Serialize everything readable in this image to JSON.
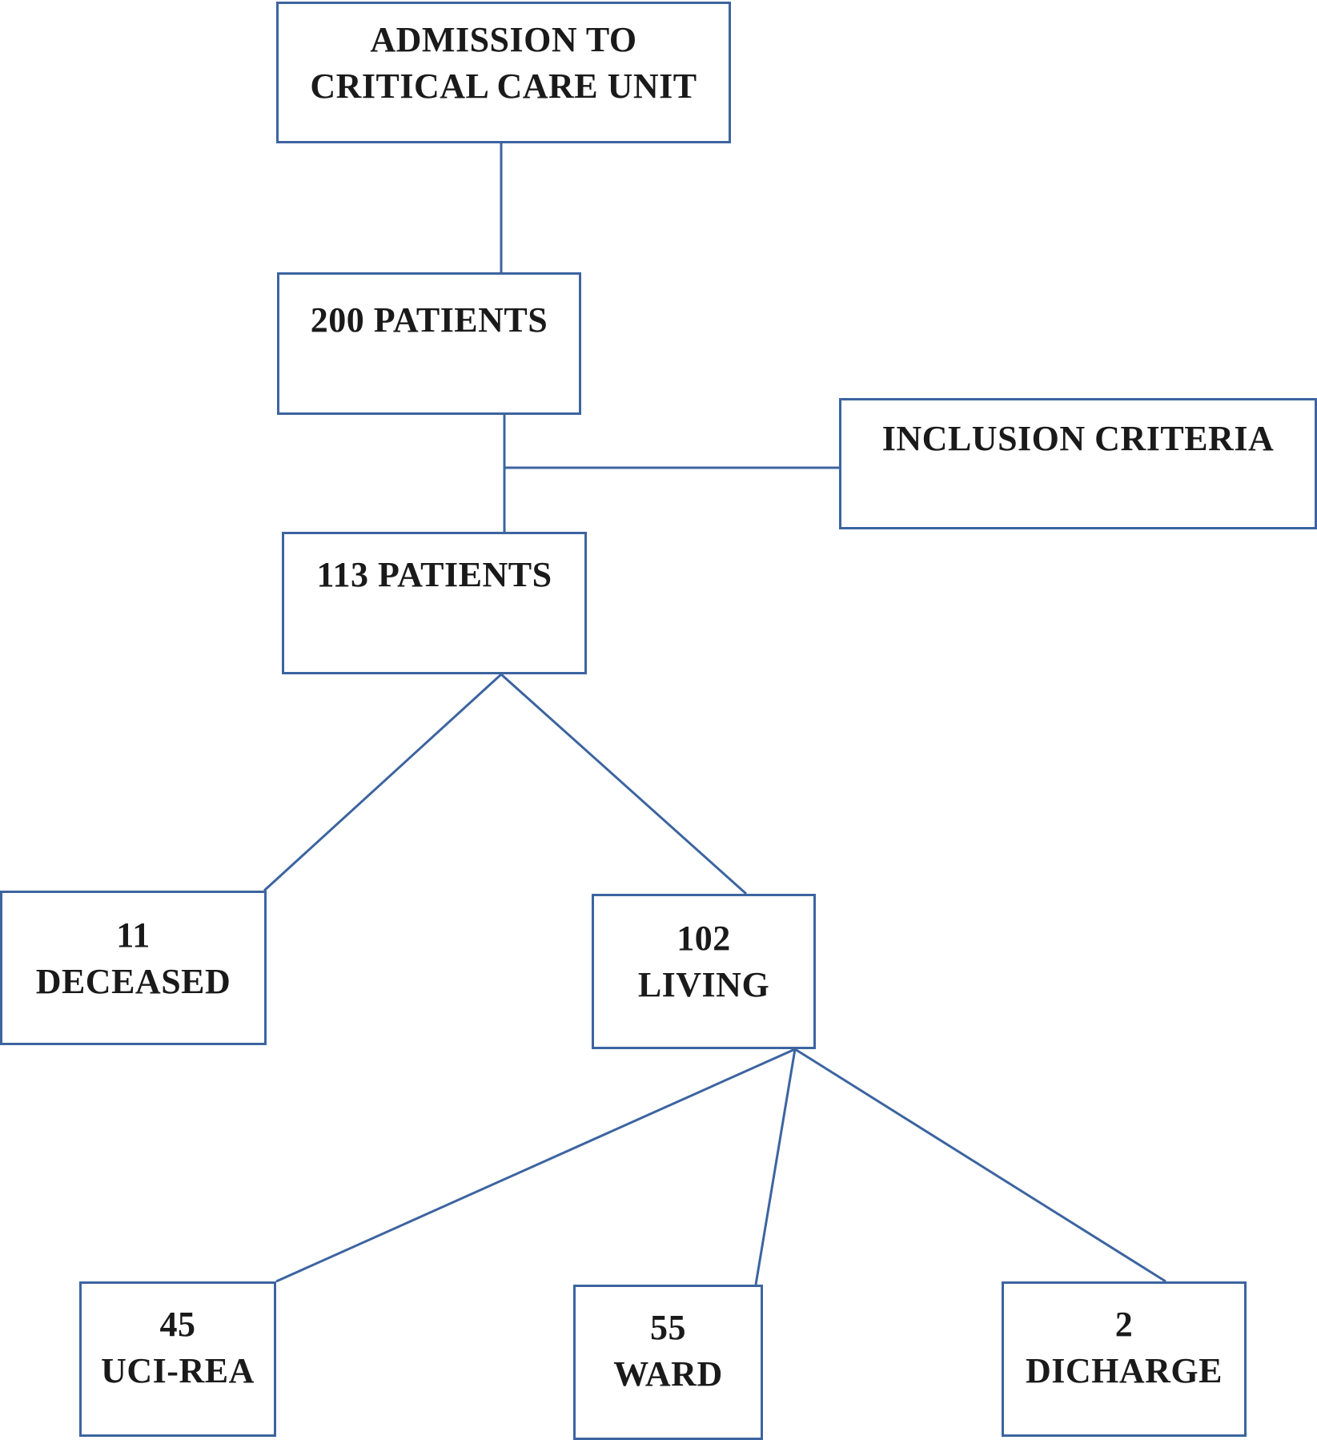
{
  "nodes": {
    "admission": {
      "line1": "ADMISSION TO",
      "line2": "CRITICAL CARE UNIT"
    },
    "screened": {
      "line1": "200 PATIENTS"
    },
    "inclusion": {
      "line1": "INCLUSION CRITERIA"
    },
    "included": {
      "line1": "113 PATIENTS"
    },
    "deceased": {
      "count": "11",
      "label": "DECEASED"
    },
    "living": {
      "count": "102",
      "label": "LIVING"
    },
    "uci_rea": {
      "count": "45",
      "label": "UCI-REA"
    },
    "ward": {
      "count": "55",
      "label": "WARD"
    },
    "discharge": {
      "count": "2",
      "label": "DICHARGE"
    }
  },
  "colors": {
    "border": "#3c64a0",
    "text": "#1a1a1a",
    "background": "#ffffff"
  }
}
